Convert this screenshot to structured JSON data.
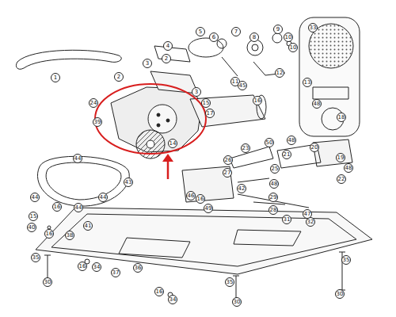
{
  "diagram": {
    "labels": [
      "1",
      "2",
      "2",
      "3",
      "3",
      "4",
      "5",
      "6",
      "7",
      "8",
      "9",
      "10",
      "10",
      "11",
      "12",
      "13",
      "14",
      "15",
      "15",
      "16",
      "16",
      "16",
      "16",
      "16",
      "16",
      "17",
      "18",
      "19",
      "20",
      "21",
      "22",
      "23",
      "24",
      "25",
      "26",
      "27",
      "28",
      "29",
      "30",
      "30",
      "30",
      "31",
      "32",
      "33",
      "34",
      "34",
      "35",
      "35",
      "35",
      "36",
      "37",
      "38",
      "39",
      "40",
      "41",
      "42",
      "43",
      "44",
      "44",
      "44",
      "44",
      "45",
      "46",
      "47",
      "48",
      "48",
      "48",
      "48",
      "49",
      "50"
    ]
  }
}
